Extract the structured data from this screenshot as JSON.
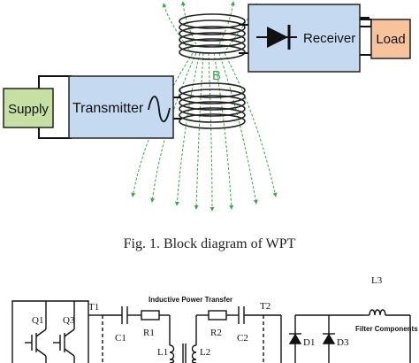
{
  "block_diagram": {
    "blocks": {
      "supply": "Supply",
      "transmitter": "Transmitter",
      "receiver": "Receiver",
      "load": "Load"
    },
    "field_label": "B",
    "colors": {
      "supply_fill": "#c6dfa3",
      "transmitter_fill": "#c5d9f0",
      "receiver_fill": "#c5d9f0",
      "load_fill": "#f8c29a",
      "field_lines": "#3aa84a"
    }
  },
  "caption": "Fig. 1.   Block diagram of WPT",
  "schematic": {
    "title": "Inductive Power Transfer",
    "filter_title": "Filter Components",
    "terminals": [
      "T1",
      "T2"
    ],
    "transistors": [
      "Q1",
      "Q3"
    ],
    "capacitors": [
      "C1",
      "C2"
    ],
    "resistors": [
      "R1",
      "R2"
    ],
    "inductors": [
      "L1",
      "L2",
      "L3"
    ],
    "diodes": [
      "D1",
      "D3"
    ]
  }
}
